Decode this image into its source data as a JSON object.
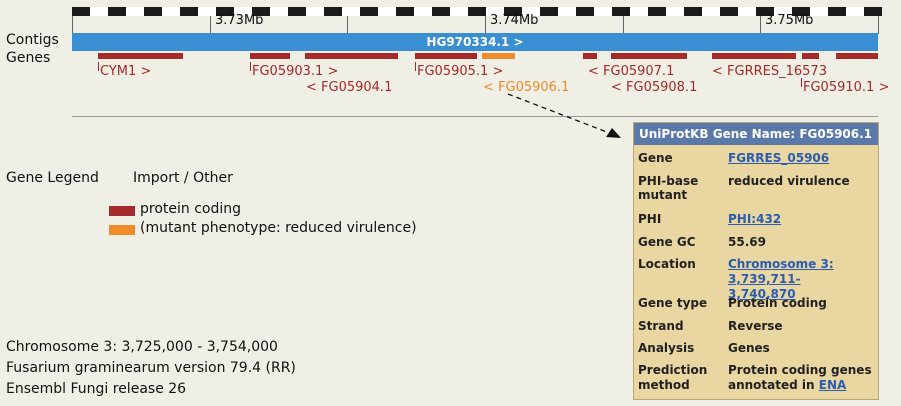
{
  "ruler": {
    "labels": [
      "3.73Mb",
      "3.74Mb",
      "3.75Mb"
    ]
  },
  "tracks": {
    "contigs_label": "Contigs",
    "genes_label": "Genes"
  },
  "contig": {
    "name": "HG970334.1 >"
  },
  "colors": {
    "protein_coding": "#a52a2a",
    "reduced_virulence": "#f08a2a",
    "contig": "#3a8fd3"
  },
  "genes": [
    {
      "label": "CYM1 >",
      "type": "protein_coding"
    },
    {
      "label": "FG05903.1 >",
      "type": "protein_coding"
    },
    {
      "label": "< FG05904.1",
      "type": "protein_coding"
    },
    {
      "label": "FG05905.1 >",
      "type": "protein_coding"
    },
    {
      "label": "< FG05906.1",
      "type": "reduced_virulence"
    },
    {
      "label": "< FG05907.1",
      "type": "protein_coding"
    },
    {
      "label": "< FG05908.1",
      "type": "protein_coding"
    },
    {
      "label": "< FGRRES_16573",
      "type": "protein_coding"
    },
    {
      "label": "FG05910.1 >",
      "type": "protein_coding"
    }
  ],
  "legend": {
    "title": "Gene Legend",
    "subtitle": "Import / Other",
    "items": [
      "protein coding",
      "(mutant phenotype: reduced virulence)"
    ]
  },
  "info": {
    "location": "Chromosome 3: 3,725,000 - 3,754,000",
    "species": "Fusarium graminearum version 79.4 (RR)",
    "release": "Ensembl Fungi release 26"
  },
  "popup": {
    "title": "UniProtKB Gene Name: FG05906.1",
    "rows": [
      {
        "key": "Gene",
        "value": "FGRRES_05906",
        "link": true
      },
      {
        "key": "PHI-base mutant",
        "value": "reduced virulence",
        "link": false
      },
      {
        "key": "PHI",
        "value": "PHI:432",
        "link": true
      },
      {
        "key": "Gene GC",
        "value": "55.69",
        "link": false
      },
      {
        "key": "Location",
        "value": "Chromosome 3: 3,739,711-3,740,870",
        "link": true
      },
      {
        "key": "Gene type",
        "value": "Protein coding",
        "link": false
      },
      {
        "key": "Strand",
        "value": "Reverse",
        "link": false
      },
      {
        "key": "Analysis",
        "value": "Genes",
        "link": false
      },
      {
        "key": "Prediction method",
        "value": "Protein coding genes annotated in",
        "link_text": "ENA"
      }
    ]
  }
}
